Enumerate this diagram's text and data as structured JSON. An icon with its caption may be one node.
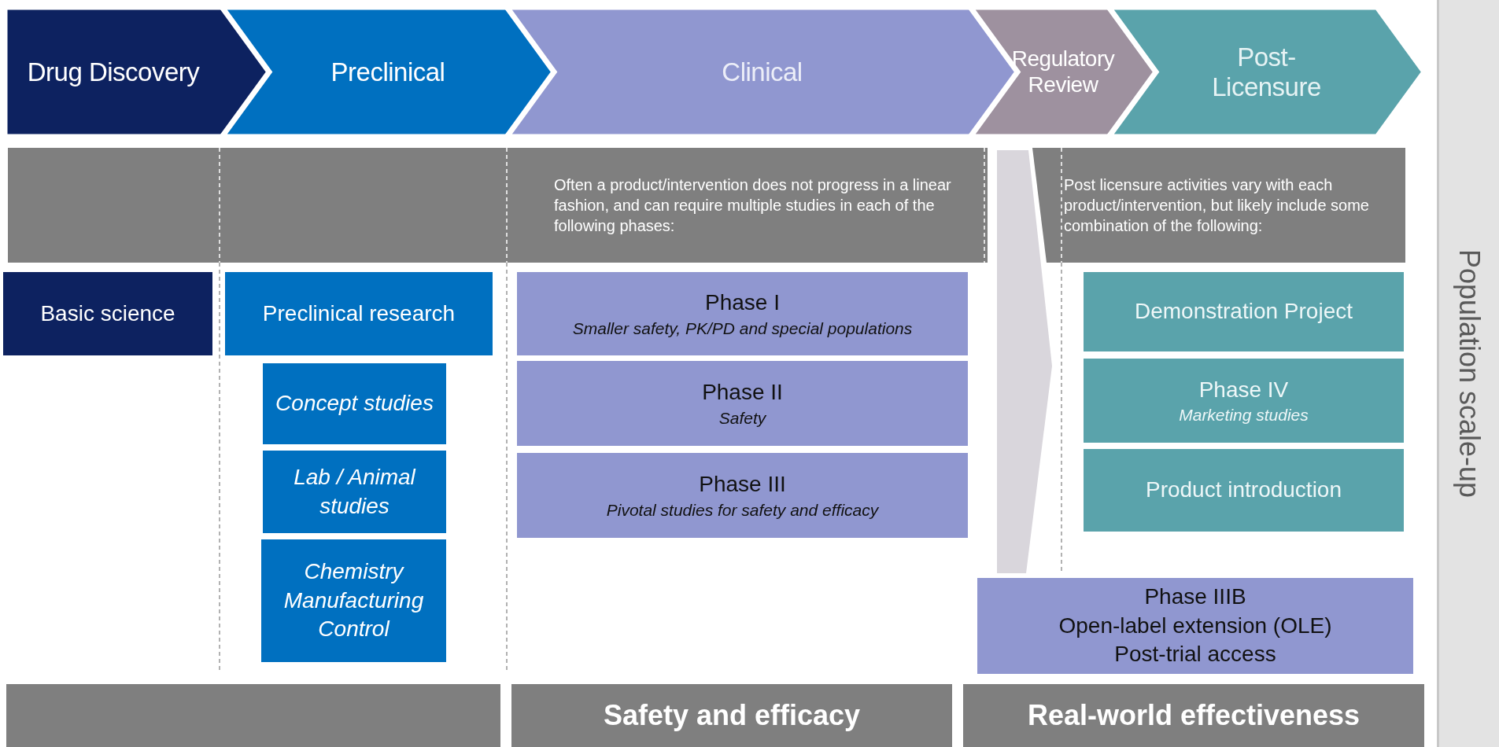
{
  "diagram": {
    "nodes": [
      {
        "text": [
          "Drug Discovery"
        ]
      },
      {
        "text": [
          "Preclinical"
        ]
      },
      {
        "text": [
          "Clinical"
        ]
      },
      {
        "text": [
          "Regulatory Review"
        ]
      },
      {
        "text": [
          "Post-Licensure"
        ]
      },
      {
        "text": [
          "Population scale-up"
        ]
      },
      {
        "text": [
          "Often a product/intervention does not progress in a linear fashion, and can require multiple studies in each of the following phases:"
        ]
      },
      {
        "text": [
          "Post licensure activities vary with each product/intervention, but likely include some combination of the following:"
        ]
      },
      {
        "text": [
          "Basic science"
        ]
      },
      {
        "text": [
          "Preclinical research"
        ]
      },
      {
        "text": [
          "Concept studies"
        ]
      },
      {
        "text": [
          "Lab / Animal studies"
        ]
      },
      {
        "text": [
          "Chemistry Manufacturing Control"
        ]
      },
      {
        "text": [
          "Phase I",
          "Smaller safety, PK/PD and special populations"
        ]
      },
      {
        "text": [
          "Phase II",
          "Safety"
        ]
      },
      {
        "text": [
          "Phase III",
          "Pivotal studies for safety and efficacy"
        ]
      },
      {
        "text": [
          "Demonstration Project"
        ]
      },
      {
        "text": [
          "Phase IV",
          "Marketing studies"
        ]
      },
      {
        "text": [
          "Product introduction"
        ]
      },
      {
        "text": [
          "Phase IIIB",
          "Open-label extension (OLE)",
          "Post-trial access"
        ]
      },
      {
        "text": [],
        "shape": "bar"
      },
      {
        "text": [
          "Safety and efficacy"
        ]
      },
      {
        "text": [
          "Real-world effectiveness"
        ]
      },
      {
        "text": [],
        "shape": "arrow"
      }
    ],
    "edges": []
  }
}
